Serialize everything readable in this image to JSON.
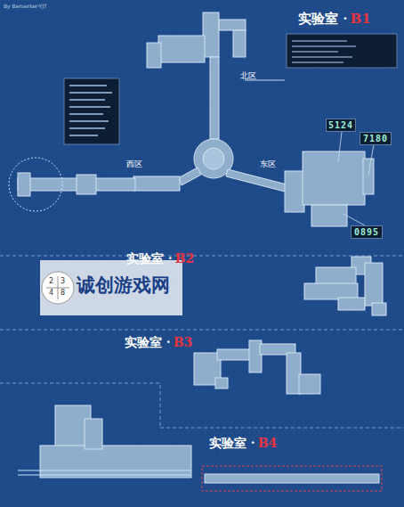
{
  "diagram": {
    "nodes": [
      {
        "text": [
          "5124"
        ]
      },
      {
        "text": [
          "7180"
        ]
      },
      {
        "text": [
          "0895"
        ]
      }
    ],
    "labels": [
      "By Berserker-YJT",
      "实验室 ·",
      "B1",
      "北区",
      "西区",
      "东区",
      "实验室 ·",
      "B2",
      "诚创游戏网",
      "2",
      "3",
      "4",
      "8",
      "实验室 ·",
      "B3",
      "实验室 ·",
      "B4"
    ]
  }
}
